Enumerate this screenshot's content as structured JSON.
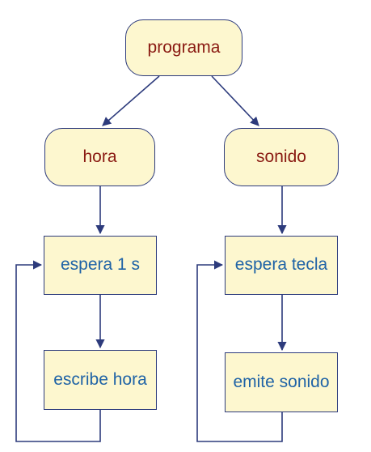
{
  "diagram": {
    "nodes": {
      "programa": "programa",
      "hora": "hora",
      "sonido": "sonido",
      "espera_1s": "espera 1 s",
      "espera_tecla": "espera tecla",
      "escribe_hora": "escribe hora",
      "emite_sonido": "emite sonido"
    },
    "edges": [
      {
        "from": "programa",
        "to": "hora"
      },
      {
        "from": "programa",
        "to": "sonido"
      },
      {
        "from": "hora",
        "to": "espera_1s"
      },
      {
        "from": "sonido",
        "to": "espera_tecla"
      },
      {
        "from": "espera_1s",
        "to": "escribe_hora"
      },
      {
        "from": "espera_tecla",
        "to": "emite_sonido"
      },
      {
        "from": "escribe_hora",
        "to": "espera_1s",
        "kind": "loop"
      },
      {
        "from": "emite_sonido",
        "to": "espera_tecla",
        "kind": "loop"
      }
    ],
    "colors": {
      "node_fill": "#fdf7cf",
      "node_border": "#2d3b7c",
      "top_text": "#8a1a12",
      "action_text": "#1f63a6",
      "line": "#2d3b7c"
    }
  }
}
